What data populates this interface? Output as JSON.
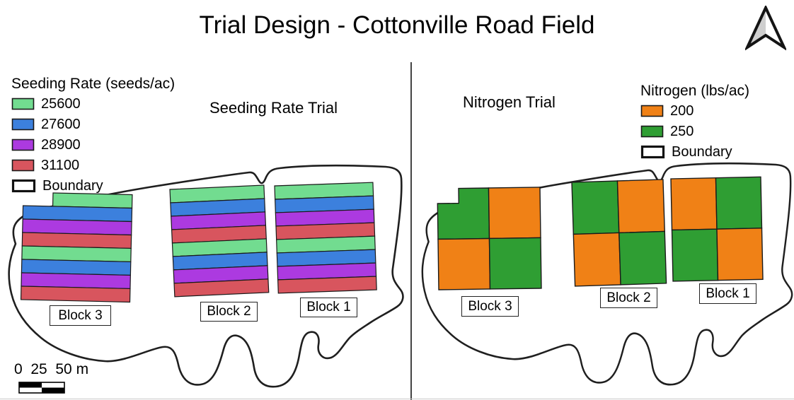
{
  "title": "Trial Design - Cottonville Road Field",
  "colors": {
    "rate_25600": "#72DC90",
    "rate_27600": "#3C80DD",
    "rate_28900": "#AC3AE0",
    "rate_31100": "#D8555E",
    "nitrogen_200": "#F08116",
    "nitrogen_250": "#2F9E33",
    "boundary_line": "#1F1F1F"
  },
  "seeding_trial": {
    "map_label": "Seeding Rate Trial",
    "legend": {
      "title": "Seeding Rate (seeds/ac)",
      "items": [
        {
          "label": "25600"
        },
        {
          "label": "27600"
        },
        {
          "label": "28900"
        },
        {
          "label": "31100"
        },
        {
          "label": "Boundary"
        }
      ]
    },
    "strip_sequence_top_to_bottom": [
      "25600",
      "27600",
      "28900",
      "31100",
      "25600",
      "27600",
      "28900",
      "31100"
    ],
    "blocks": [
      {
        "label": "Block 3"
      },
      {
        "label": "Block 2"
      },
      {
        "label": "Block 1"
      }
    ]
  },
  "nitrogen_trial": {
    "map_label": "Nitrogen Trial",
    "legend": {
      "title": "Nitrogen (lbs/ac)",
      "items": [
        {
          "label": "200"
        },
        {
          "label": "250"
        },
        {
          "label": "Boundary"
        }
      ]
    },
    "blocks": [
      {
        "label": "Block 3",
        "plots": {
          "top_left": "250",
          "top_right": "200",
          "bottom_left": "200",
          "bottom_right": "250"
        }
      },
      {
        "label": "Block 2",
        "plots": {
          "top_left": "250",
          "top_right": "200",
          "bottom_left": "200",
          "bottom_right": "250"
        }
      },
      {
        "label": "Block 1",
        "plots": {
          "top_left": "200",
          "top_right": "250",
          "bottom_left": "250",
          "bottom_right": "200"
        }
      }
    ]
  },
  "scale_bar": {
    "label": "0  25  50 m"
  }
}
